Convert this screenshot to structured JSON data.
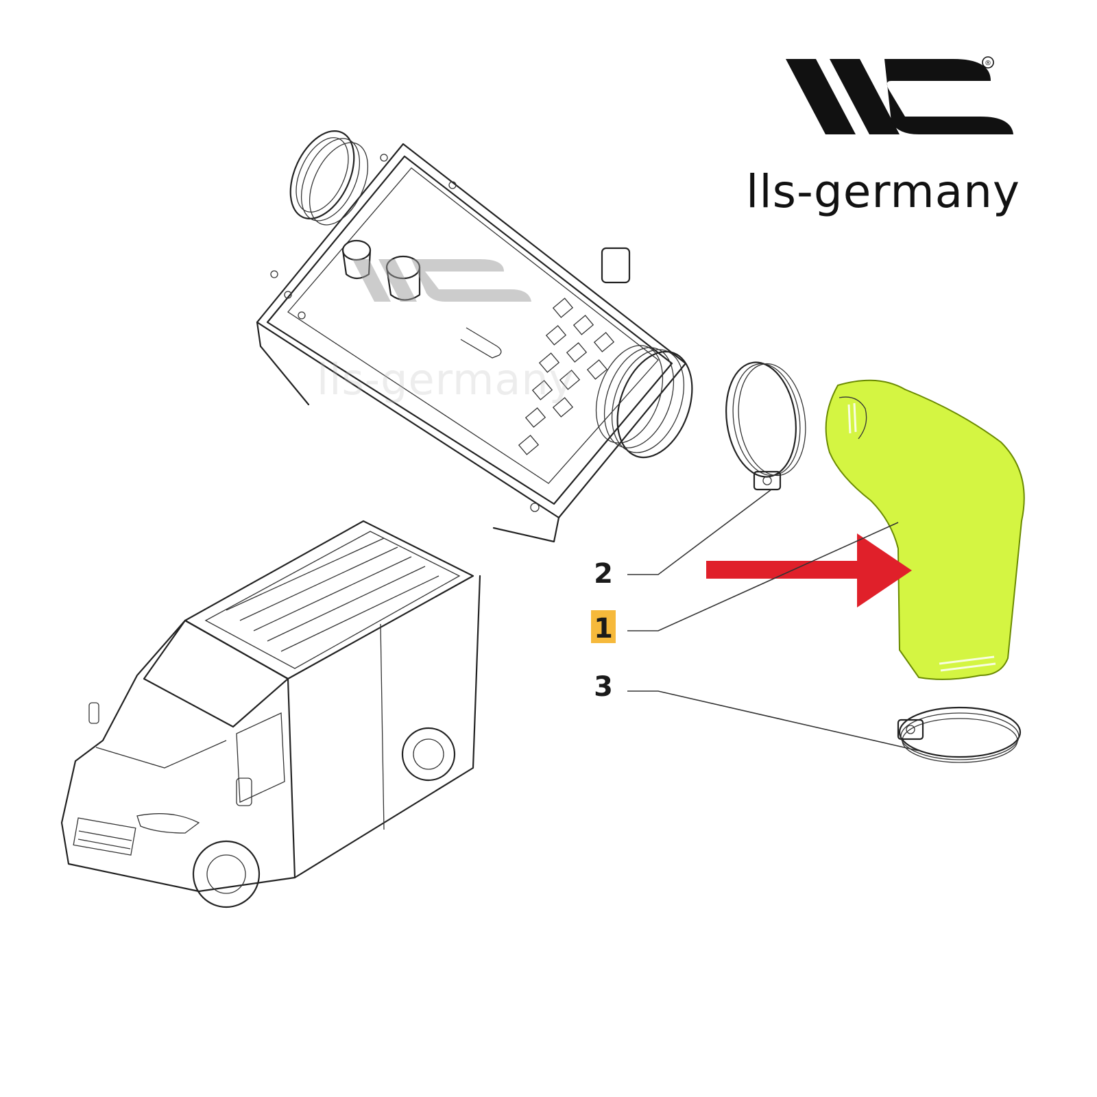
{
  "brand": {
    "name": "lls-germany",
    "registered_mark": "®",
    "watermark_text": "lls-germany",
    "color": "#111111"
  },
  "diagram": {
    "callouts": [
      {
        "label": "2",
        "highlighted": false
      },
      {
        "label": "1",
        "highlighted": true
      },
      {
        "label": "3",
        "highlighted": false
      }
    ],
    "highlight_color": "#f6b93b",
    "part_fill_color": "#d4f542",
    "arrow_color": "#e0202a"
  }
}
